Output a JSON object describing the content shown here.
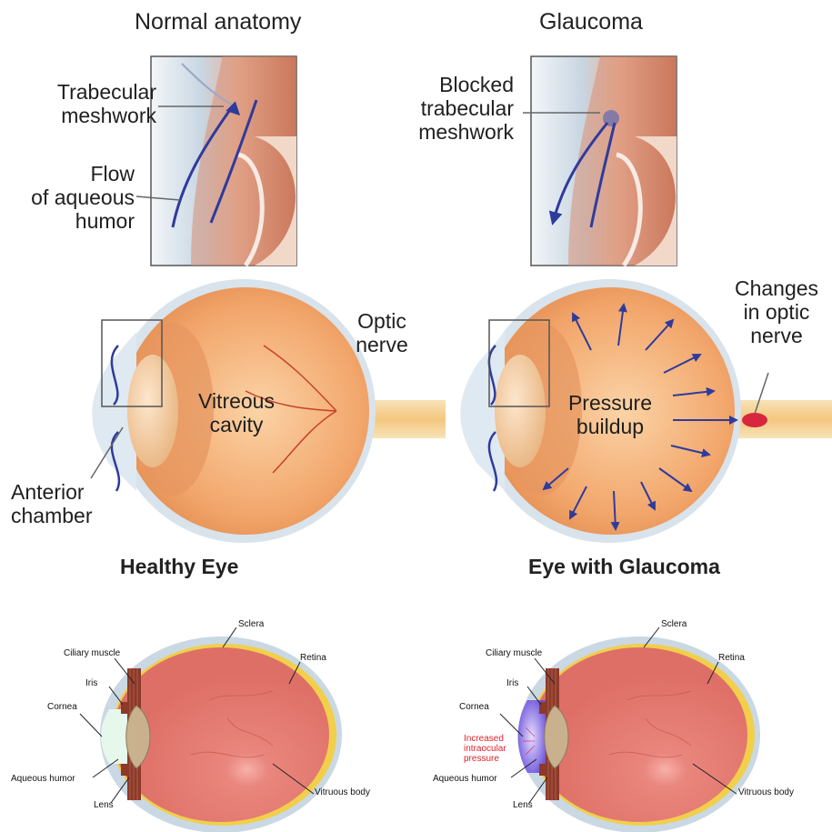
{
  "top": {
    "normal_title": "Normal anatomy",
    "glaucoma_title": "Glaucoma",
    "normal_labels": {
      "trabecular_1": "Trabecular",
      "trabecular_2": "meshwork",
      "flow_1": "Flow",
      "flow_2": "of aqueous",
      "flow_3": "humor",
      "vitreous_1": "Vitreous",
      "vitreous_2": "cavity",
      "optic_1": "Optic",
      "optic_2": "nerve",
      "anterior_1": "Anterior",
      "anterior_2": "chamber"
    },
    "glaucoma_labels": {
      "blocked_1": "Blocked",
      "blocked_2": "trabecular",
      "blocked_3": "meshwork",
      "pressure_1": "Pressure",
      "pressure_2": "buildup",
      "changes_1": "Changes",
      "changes_2": "in optic",
      "changes_3": "nerve"
    }
  },
  "bottom": {
    "healthy_title": "Healthy Eye",
    "glaucoma_title": "Eye with Glaucoma",
    "labels": {
      "sclera": "Sclera",
      "ciliary": "Ciliary muscle",
      "retina": "Retina",
      "iris": "Iris",
      "cornea": "Cornea",
      "aqueous": "Aqueous humor",
      "lens": "Lens",
      "vitreous_body": "Vitruous body",
      "increased_1": "Increased",
      "increased_2": "intraocular",
      "increased_3": "pressure"
    }
  },
  "colors": {
    "vitreous": "#f0a36e",
    "sclera": "#cfdde8",
    "flow_arrow": "#2f3b9c",
    "red_text": "#e0202a",
    "bottom_vitreous": "#e0736a",
    "retina_yellow": "#f1cf4a"
  }
}
